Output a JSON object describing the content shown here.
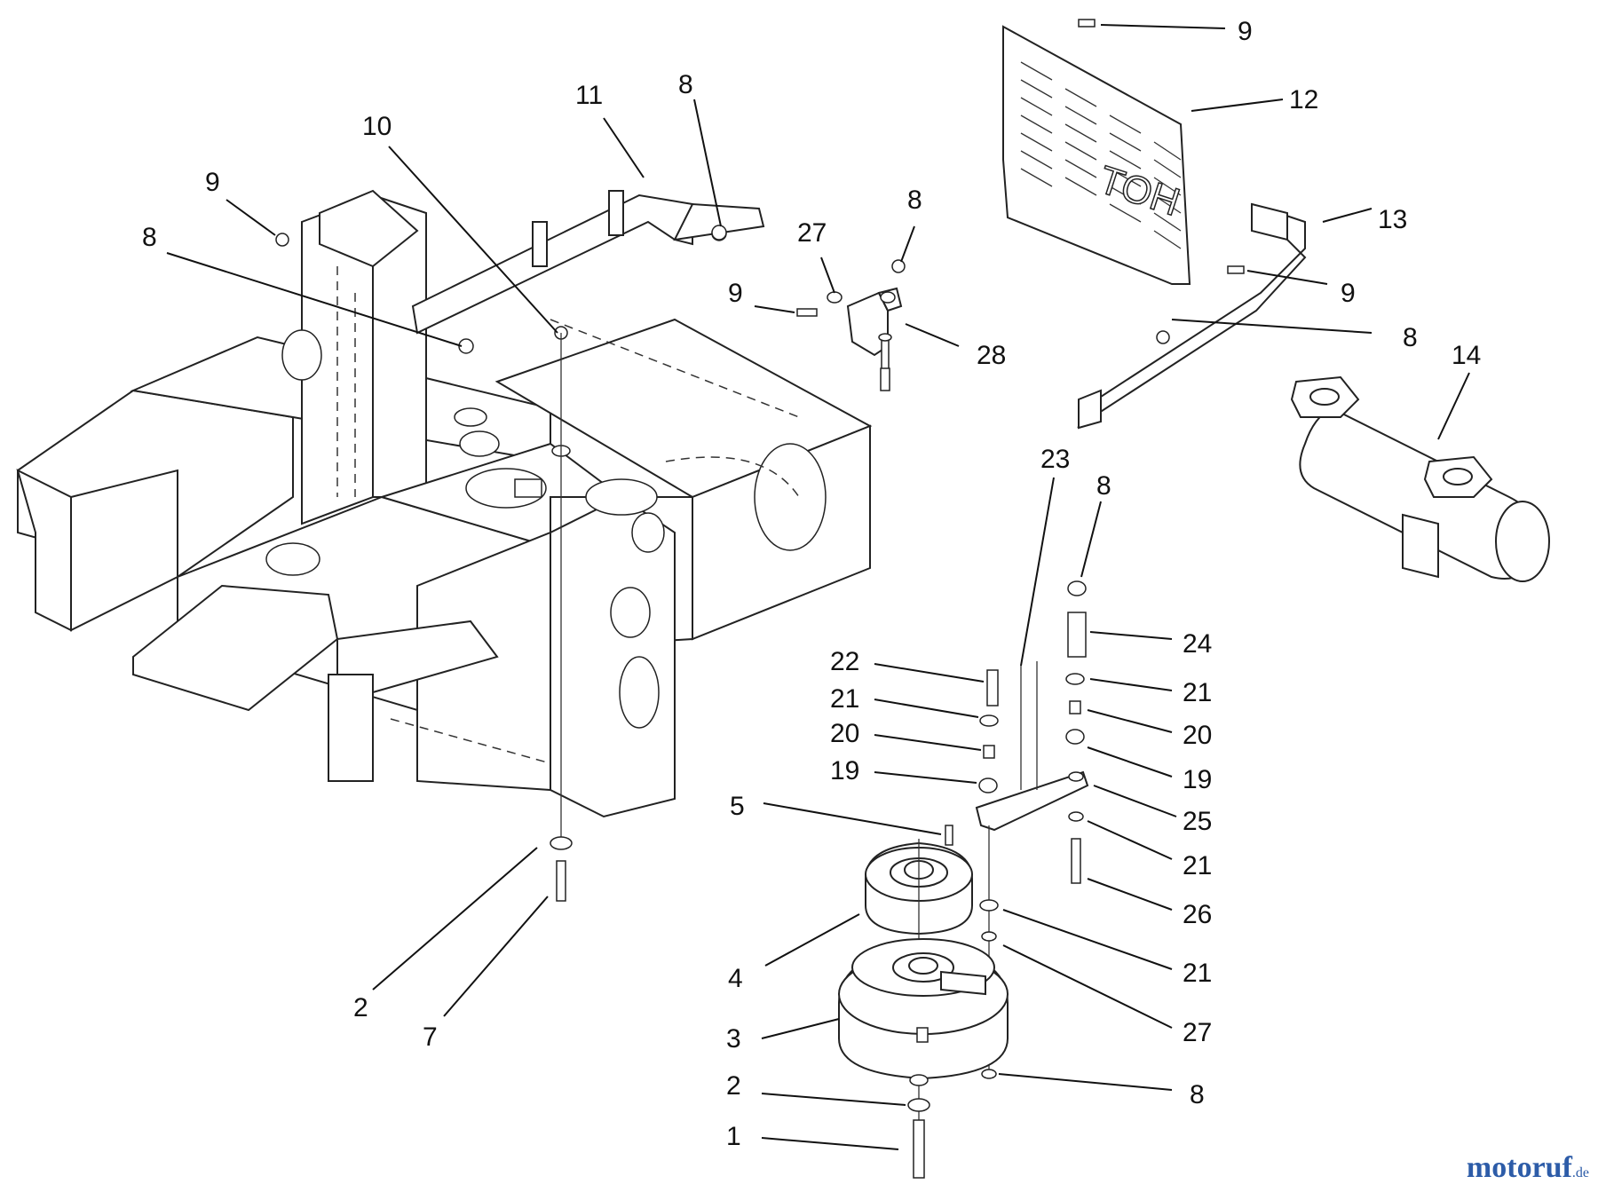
{
  "diagram": {
    "callouts": [
      {
        "id": "c-9-top",
        "text": "9"
      },
      {
        "id": "c-12",
        "text": "12"
      },
      {
        "id": "c-11",
        "text": "11"
      },
      {
        "id": "c-8-a",
        "text": "8"
      },
      {
        "id": "c-10",
        "text": "10"
      },
      {
        "id": "c-9-b",
        "text": "9"
      },
      {
        "id": "c-8-b",
        "text": "8"
      },
      {
        "id": "c-27-a",
        "text": "27"
      },
      {
        "id": "c-8-c",
        "text": "8"
      },
      {
        "id": "c-9-c",
        "text": "9"
      },
      {
        "id": "c-28",
        "text": "28"
      },
      {
        "id": "c-13",
        "text": "13"
      },
      {
        "id": "c-9-d",
        "text": "9"
      },
      {
        "id": "c-8-d",
        "text": "8"
      },
      {
        "id": "c-14",
        "text": "14"
      },
      {
        "id": "c-23",
        "text": "23"
      },
      {
        "id": "c-8-e",
        "text": "8"
      },
      {
        "id": "c-24",
        "text": "24"
      },
      {
        "id": "c-22",
        "text": "22"
      },
      {
        "id": "c-21-a",
        "text": "21"
      },
      {
        "id": "c-21-b",
        "text": "21"
      },
      {
        "id": "c-20-a",
        "text": "20"
      },
      {
        "id": "c-20-b",
        "text": "20"
      },
      {
        "id": "c-19-a",
        "text": "19"
      },
      {
        "id": "c-19-b",
        "text": "19"
      },
      {
        "id": "c-25",
        "text": "25"
      },
      {
        "id": "c-5",
        "text": "5"
      },
      {
        "id": "c-21-c",
        "text": "21"
      },
      {
        "id": "c-26",
        "text": "26"
      },
      {
        "id": "c-4",
        "text": "4"
      },
      {
        "id": "c-21-d",
        "text": "21"
      },
      {
        "id": "c-2-a",
        "text": "2"
      },
      {
        "id": "c-7",
        "text": "7"
      },
      {
        "id": "c-3",
        "text": "3"
      },
      {
        "id": "c-27-b",
        "text": "27"
      },
      {
        "id": "c-2-b",
        "text": "2"
      },
      {
        "id": "c-8-f",
        "text": "8"
      },
      {
        "id": "c-1",
        "text": "1"
      }
    ],
    "guard_logo": "TOH"
  },
  "watermark": {
    "brand": "motoruf",
    "tld": ".de"
  },
  "colors": {
    "line": "#222222",
    "watermark": "#2d5ca8"
  }
}
